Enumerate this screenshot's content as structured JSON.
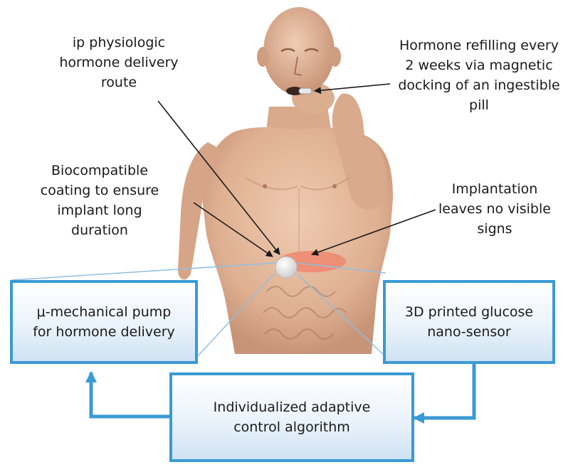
{
  "annotations": {
    "ip_route": "ip physiologic\nhormone delivery\nroute",
    "hormone_refilling": "Hormone refilling every\n2 weeks via magnetic\ndocking of an ingestible\npill",
    "coating": "Biocompatible\ncoating to ensure\nimplant long\nduration",
    "implantation": "Implantation\nleaves no visible\nsigns"
  },
  "boxes": {
    "pump": "μ-mechanical pump\nfor hormone delivery",
    "sensor": "3D printed glucose\nnano-sensor",
    "algorithm": "Individualized adaptive\ncontrol algorithm"
  },
  "colors": {
    "box_border": "#3a9ad4",
    "flow_arrow": "#3a9ad4",
    "skin": "#e3b79a",
    "implant_tissue": "#ee8a72"
  }
}
